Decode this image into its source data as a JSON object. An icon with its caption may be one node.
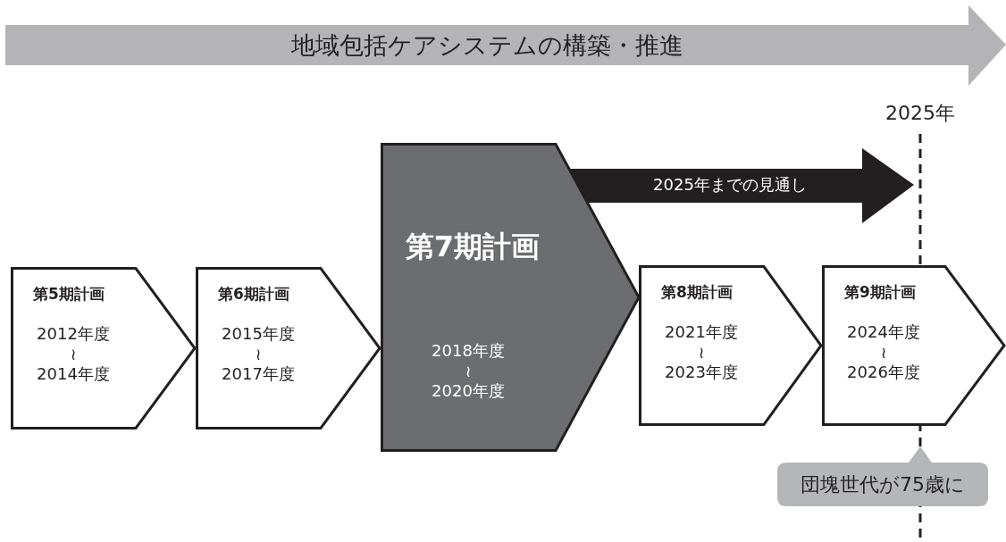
{
  "diagram": {
    "nodes": [
      {
        "text": [
          "地域包括ケアシステムの構築・推進"
        ]
      },
      {
        "text": [
          "第5期計画",
          "2012年度 ≀ 2014年度"
        ]
      },
      {
        "text": [
          "第6期計画",
          "2015年度 ≀ 2017年度"
        ]
      },
      {
        "text": [
          "第7期計画",
          "2018年度 ≀ 2020年度"
        ]
      },
      {
        "text": [
          "第8期計画",
          "2021年度 ≀ 2023年度"
        ]
      },
      {
        "text": [
          "第9期計画",
          "2024年度 ≀ 2026年度"
        ]
      },
      {
        "text": [
          "2025年までの見通し"
        ]
      },
      {
        "text": [
          "団塊世代が75歳に"
        ]
      }
    ],
    "labels": [
      "2025年"
    ]
  }
}
